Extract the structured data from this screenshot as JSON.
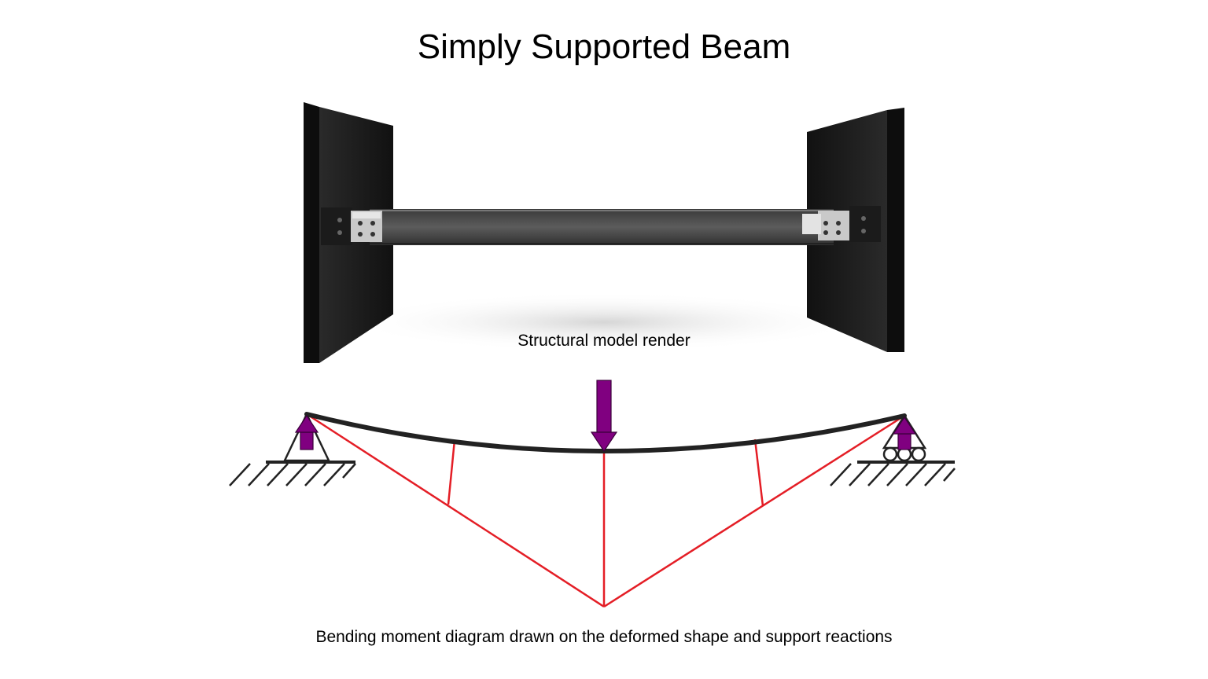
{
  "title": "Simply Supported Beam",
  "render": {
    "caption": "Structural model render"
  },
  "diagram": {
    "caption": "Bending moment diagram drawn on the deformed shape and support reactions",
    "colors": {
      "beam": "#222222",
      "moment_line": "#e41e26",
      "arrow": "#800080",
      "arrow_outline": "#3a003a",
      "wall": "#1a1a1a",
      "steel_beam": "#4a4a4a",
      "bracket": "#bfbfbf"
    },
    "supports": {
      "left": "pin-support",
      "right": "roller-support"
    },
    "load": "point-load-midspan"
  }
}
